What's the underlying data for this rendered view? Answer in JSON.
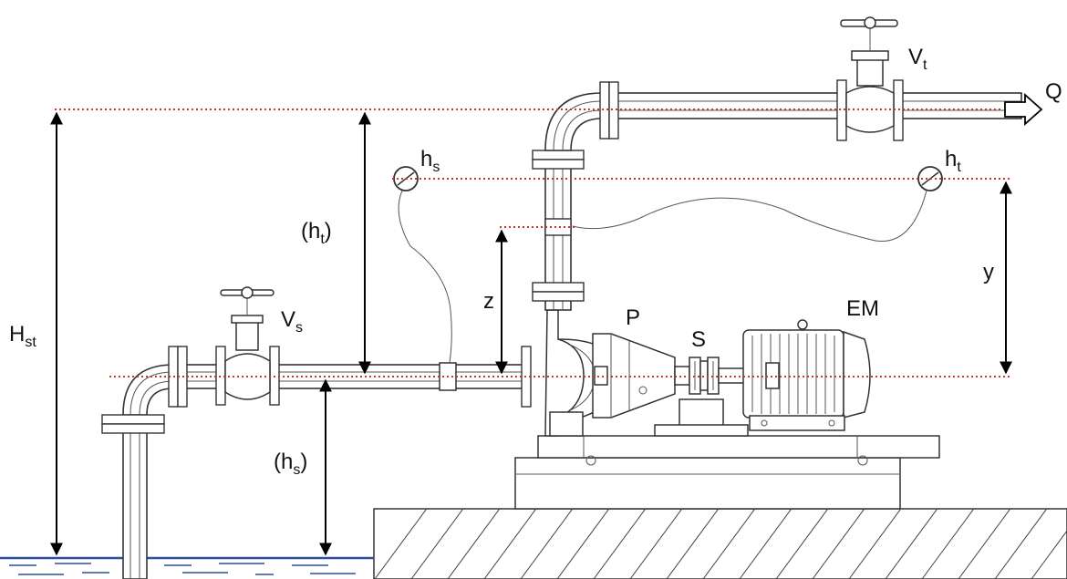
{
  "labels": {
    "H_st": {
      "main": "H",
      "sub": "st"
    },
    "h_t_paren": {
      "open": "(h",
      "sub": "t",
      "close": ")"
    },
    "h_s_paren": {
      "open": "(h",
      "sub": "s",
      "close": ")"
    },
    "gauge_hs": {
      "main": "h",
      "sub": "s"
    },
    "gauge_ht": {
      "main": "h",
      "sub": "t"
    },
    "valve_vs": {
      "main": "V",
      "sub": "s"
    },
    "valve_vt": {
      "main": "V",
      "sub": "t"
    },
    "z": "z",
    "y": "y",
    "P": "P",
    "S": "S",
    "EM": "EM",
    "Q": "Q"
  },
  "colors": {
    "reference_lines": "#c0392b",
    "water_surface": "#2c4f9e",
    "arrows": "#000000",
    "outline": "#333333"
  }
}
